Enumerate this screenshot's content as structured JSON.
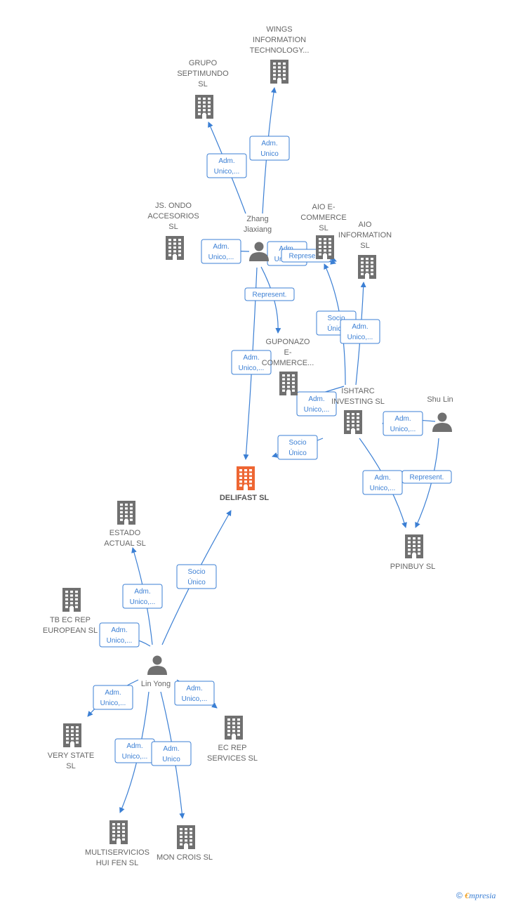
{
  "nodes": [
    {
      "id": "wings",
      "type": "company",
      "lines": [
        "WINGS",
        "INFORMATION",
        "TECHNOLOGY..."
      ]
    },
    {
      "id": "grupo",
      "type": "company",
      "lines": [
        "GRUPO",
        "SEPTIMUNDO",
        "SL"
      ]
    },
    {
      "id": "jsondo",
      "type": "company",
      "lines": [
        "JS.  ONDO",
        "ACCESORIOS",
        "SL"
      ]
    },
    {
      "id": "zhang",
      "type": "person",
      "lines": [
        "Zhang",
        "Jiaxiang"
      ]
    },
    {
      "id": "aioecom",
      "type": "company",
      "lines": [
        "AIO E-",
        "COMMERCE",
        "SL"
      ]
    },
    {
      "id": "aioinfo",
      "type": "company",
      "lines": [
        "AIO",
        "INFORMATION",
        "SL"
      ]
    },
    {
      "id": "guponazo",
      "type": "company",
      "lines": [
        "GUPONAZO",
        "E-",
        "COMMERCE..."
      ]
    },
    {
      "id": "ishtarc",
      "type": "company",
      "lines": [
        "ISHTARC",
        "INVESTING  SL"
      ]
    },
    {
      "id": "shulin",
      "type": "person",
      "lines": [
        "Shu Lin"
      ]
    },
    {
      "id": "delifast",
      "type": "main",
      "lines": [
        "DELIFAST  SL"
      ]
    },
    {
      "id": "ppinbuy",
      "type": "company",
      "lines": [
        "PPINBUY  SL"
      ]
    },
    {
      "id": "estado",
      "type": "company",
      "lines": [
        "ESTADO",
        "ACTUAL  SL"
      ]
    },
    {
      "id": "tbec",
      "type": "company",
      "lines": [
        "TB EC REP",
        "EUROPEAN  SL"
      ]
    },
    {
      "id": "linyong",
      "type": "person",
      "lines": [
        "Lin Yong"
      ]
    },
    {
      "id": "verystate",
      "type": "company",
      "lines": [
        "VERY STATE",
        "SL"
      ]
    },
    {
      "id": "ecrep",
      "type": "company",
      "lines": [
        "EC REP",
        "SERVICES  SL"
      ]
    },
    {
      "id": "multiserv",
      "type": "company",
      "lines": [
        "MULTISERVICIOS",
        "HUI FEN  SL"
      ]
    },
    {
      "id": "moncrois",
      "type": "company",
      "lines": [
        "MON CROIS SL"
      ]
    }
  ],
  "edges": [
    {
      "from": "zhang",
      "to": "grupo",
      "label": [
        "Adm.",
        "Unico,..."
      ]
    },
    {
      "from": "zhang",
      "to": "wings",
      "label": [
        "Adm.",
        "Unico"
      ]
    },
    {
      "from": "zhang",
      "to": "jsondo",
      "label": [
        "Adm.",
        "Unico,..."
      ]
    },
    {
      "from": "zhang",
      "to": "aioecom",
      "label": [
        "Adm.",
        "Unico,..."
      ]
    },
    {
      "from": "zhang",
      "to": "aioecom",
      "label": [
        "Represent."
      ]
    },
    {
      "from": "zhang",
      "to": "guponazo",
      "label": [
        "Represent."
      ]
    },
    {
      "from": "zhang",
      "to": "delifast",
      "label": [
        "Adm.",
        "Unico,..."
      ]
    },
    {
      "from": "ishtarc",
      "to": "aioecom",
      "label": [
        "Socio",
        "Único"
      ]
    },
    {
      "from": "ishtarc",
      "to": "aioinfo",
      "label": [
        "Adm.",
        "Unico,..."
      ]
    },
    {
      "from": "ishtarc",
      "to": "guponazo",
      "label": [
        "Adm.",
        "Unico,..."
      ]
    },
    {
      "from": "ishtarc",
      "to": "delifast",
      "label": [
        "Socio",
        "Único"
      ]
    },
    {
      "from": "shulin",
      "to": "ishtarc",
      "label": [
        "Adm.",
        "Unico,..."
      ]
    },
    {
      "from": "ishtarc",
      "to": "ppinbuy",
      "label": [
        "Adm.",
        "Unico,..."
      ]
    },
    {
      "from": "shulin",
      "to": "ppinbuy",
      "label": [
        "Represent."
      ]
    },
    {
      "from": "linyong",
      "to": "delifast",
      "label": [
        "Socio",
        "Único"
      ]
    },
    {
      "from": "linyong",
      "to": "estado",
      "label": [
        "Adm.",
        "Unico,..."
      ]
    },
    {
      "from": "linyong",
      "to": "tbec",
      "label": [
        "Adm.",
        "Unico,..."
      ]
    },
    {
      "from": "linyong",
      "to": "verystate",
      "label": [
        "Adm.",
        "Unico,..."
      ]
    },
    {
      "from": "linyong",
      "to": "ecrep",
      "label": [
        "Adm.",
        "Unico,..."
      ]
    },
    {
      "from": "linyong",
      "to": "multiserv",
      "label": [
        "Adm.",
        "Unico,..."
      ]
    },
    {
      "from": "linyong",
      "to": "moncrois",
      "label": [
        "Adm.",
        "Unico"
      ]
    }
  ],
  "footer": {
    "copyright": "©",
    "brand_e": "€",
    "brand_rest": "mpresia"
  },
  "colors": {
    "company": "#707070",
    "main": "#ee6633",
    "edge": "#3b7fd4",
    "label": "#666666"
  }
}
